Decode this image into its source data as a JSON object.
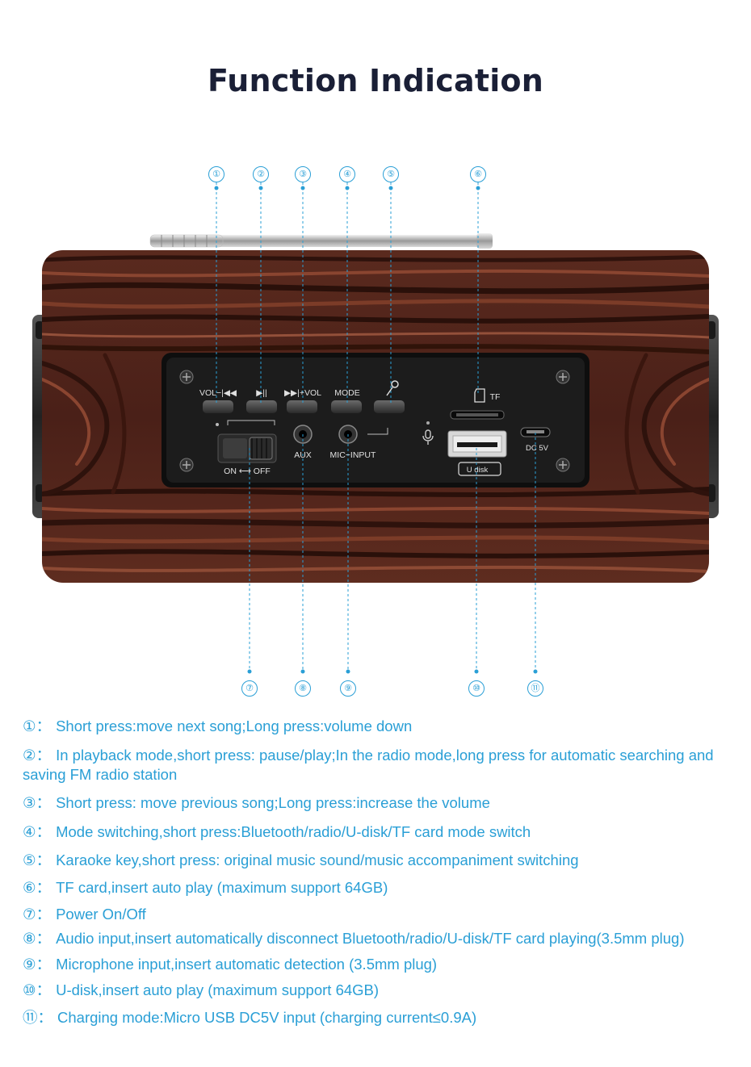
{
  "title": "Function Indication",
  "colors": {
    "accent": "#2a9fd6",
    "title": "#1a1f36",
    "wood_dark": "#3a1a12",
    "wood_light": "#7a3a28",
    "panel": "#151515"
  },
  "panel": {
    "btn1": "VOL−|◀◀",
    "btn2": "▶||",
    "btn3": "▶▶|+VOL",
    "btn4": "MODE",
    "switch_label": "ON ⟷ OFF",
    "aux_label": "AUX",
    "mic_label": "MIC−INPUT",
    "tf_label": "TF",
    "udisk_label": "U disk",
    "dc_label": "DC 5V"
  },
  "markers": {
    "m1": "①",
    "m2": "②",
    "m3": "③",
    "m4": "④",
    "m5": "⑤",
    "m6": "⑥",
    "m7": "⑦",
    "m8": "⑧",
    "m9": "⑨",
    "m10": "⑩",
    "m11": "⑪"
  },
  "descriptions": [
    {
      "marker": "①：",
      "text": "Short press:move next song;Long press:volume down"
    },
    {
      "marker": "②：",
      "text": "In playback mode,short press: pause/play;In the radio mode,long press for automatic searching and saving FM radio station"
    },
    {
      "marker": "③：",
      "text": "Short press: move previous song;Long press:increase the volume"
    },
    {
      "marker": "④：",
      "text": "Mode switching,short press:Bluetooth/radio/U-disk/TF card mode switch"
    },
    {
      "marker": "⑤：",
      "text": "Karaoke key,short press: original music sound/music accompaniment switching"
    },
    {
      "marker": "⑥：",
      "text": "TF card,insert auto play (maximum support 64GB)"
    },
    {
      "marker": "⑦：",
      "text": "Power On/Off"
    },
    {
      "marker": "⑧：",
      "text": "Audio input,insert automatically disconnect Bluetooth/radio/U-disk/TF card playing(3.5mm plug)"
    },
    {
      "marker": "⑨：",
      "text": "Microphone input,insert automatic detection (3.5mm plug)"
    },
    {
      "marker": "⑩：",
      "text": "U-disk,insert auto play (maximum support 64GB)"
    },
    {
      "marker": "⑪：",
      "text": "Charging mode:Micro USB DC5V input (charging current≤0.9A)"
    }
  ]
}
